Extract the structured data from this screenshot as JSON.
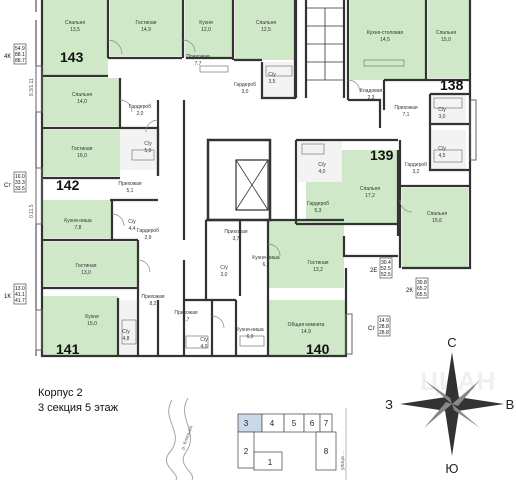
{
  "caption": {
    "line1": "Корпус 2",
    "line2": "3 секция 5 этаж"
  },
  "compass": {
    "n": "С",
    "s": "Ю",
    "w": "З",
    "e": "В"
  },
  "watermark": "ЦИАН",
  "streets": {
    "river": "р. Клязьма",
    "road": "улица ..."
  },
  "axes": {
    "a1": "8.3/1.11",
    "a2": "0.11.5"
  },
  "apartments": {
    "a143": "143",
    "a142": "142",
    "a141": "141",
    "a140": "140",
    "a139": "139",
    "a138": "138"
  },
  "tags": {
    "t4k": {
      "type": "4К",
      "v1": "54.9",
      "v2": "88.1",
      "v3": "88.7"
    },
    "tst": {
      "type": "Ст",
      "v1": "16.0",
      "v2": "33.3",
      "v3": "33.5"
    },
    "t1k": {
      "type": "1К",
      "v1": "13.0",
      "v2": "41.1",
      "v3": "41.7"
    },
    "t2e": {
      "type": "2Е",
      "v1": "30.4",
      "v2": "52.5",
      "v3": "52.5"
    },
    "t2k": {
      "type": "2К",
      "v1": "30.8",
      "v2": "65.2",
      "v3": "65.5"
    },
    "tst2": {
      "type": "Ст",
      "v1": "14.9",
      "v2": "28.8",
      "v3": "28.8"
    }
  },
  "rooms": [
    {
      "name": "Спальня",
      "area": "13,5"
    },
    {
      "name": "Гостиная",
      "area": "14,9"
    },
    {
      "name": "Кухня",
      "area": "12,0"
    },
    {
      "name": "Спальня",
      "area": "12,5"
    },
    {
      "name": "Прихожая",
      "area": "7,7"
    },
    {
      "name": "Гардероб",
      "area": "3,0"
    },
    {
      "name": "С/у",
      "area": "3,5"
    },
    {
      "name": "Спальня",
      "area": "14,0"
    },
    {
      "name": "Гардероб",
      "area": "2,0"
    },
    {
      "name": "С/у",
      "area": "5,0"
    },
    {
      "name": "Гостиная",
      "area": "16,0"
    },
    {
      "name": "Прихожая",
      "area": "5,1"
    },
    {
      "name": "С/у",
      "area": "4,4"
    },
    {
      "name": "Кухня-ниша",
      "area": "7,8"
    },
    {
      "name": "Гардероб",
      "area": "2,9"
    },
    {
      "name": "Гостиная",
      "area": "13,0"
    },
    {
      "name": "Прихожая",
      "area": "8,2"
    },
    {
      "name": "Кухня",
      "area": "15,0"
    },
    {
      "name": "С/у",
      "area": "4,8"
    },
    {
      "name": "Прихожая",
      "area": "3,7"
    },
    {
      "name": "С/у",
      "area": "4,0"
    },
    {
      "name": "Кухня-ниша",
      "area": "6,0"
    },
    {
      "name": "Общая комната",
      "area": "14,9"
    },
    {
      "name": "Прихожая",
      "area": "3,7"
    },
    {
      "name": "С/у",
      "area": "3,0"
    },
    {
      "name": "Кухня-ниша",
      "area": "6,1"
    },
    {
      "name": "Гостиная",
      "area": "13,2"
    },
    {
      "name": "С/у",
      "area": "4,0"
    },
    {
      "name": "Гардероб",
      "area": "5,3"
    },
    {
      "name": "Спальня",
      "area": "17,2"
    },
    {
      "name": "Кухня-столовая",
      "area": "14,5"
    },
    {
      "name": "Спальня",
      "area": "15,0"
    },
    {
      "name": "Кладовая",
      "area": "2,3"
    },
    {
      "name": "Прихожая",
      "area": "7,1"
    },
    {
      "name": "С/у",
      "area": "3,0"
    },
    {
      "name": "С/у",
      "area": "4,5"
    },
    {
      "name": "Гардероб",
      "area": "3,2"
    },
    {
      "name": "Спальня",
      "area": "15,6"
    }
  ],
  "sections": {
    "s1": "1",
    "s2": "2",
    "s3": "3",
    "s4": "4",
    "s5": "5",
    "s6": "6",
    "s7": "7",
    "s8": "8"
  },
  "colors": {
    "living": "#cfe8c8",
    "wet": "#f6f6f6",
    "wall": "#333333",
    "highlight": "#c9d9ea"
  }
}
